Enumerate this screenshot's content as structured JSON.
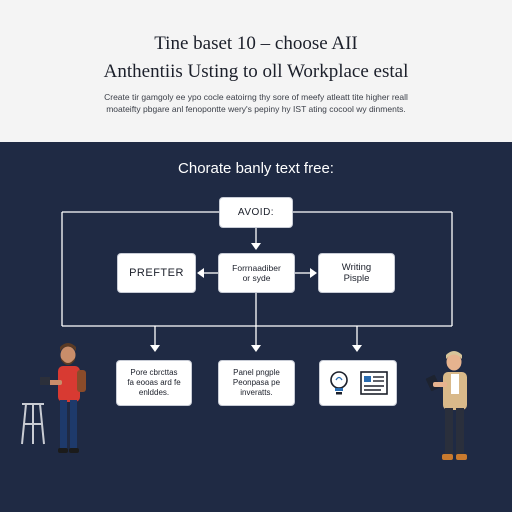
{
  "header": {
    "title_line_1": "Tine baset 10 – choose AII",
    "title_line_2": "Anthentiis Usting to oll Workplace estal",
    "intro_line_1": "Create tir gamgoly ee ypo cocle eatoirng thy sore of meefy atleatt tite higher reall",
    "intro_line_2": "moateifty pbgare anl fenopontte wery's pepiny hy IST ating cocool wy dinments."
  },
  "diagram": {
    "subheading": "Chorate banly text free:",
    "avoid_label": "AVOID:",
    "prefer_label": "PREFTER",
    "middle_line_1": "Forrnaadiber",
    "middle_line_2": "or syde",
    "writing_line_1": "Writing",
    "writing_line_2": "Pisple",
    "bottom_1_line_1": "Pore cbrcttas",
    "bottom_1_line_2": "fa eooas ard fe",
    "bottom_1_line_3": "enlddes.",
    "bottom_2_line_1": "Panel pngple",
    "bottom_2_line_2": "Peonpasa pe",
    "bottom_2_line_3": "inveratts.",
    "bottom_3_icons": [
      "lightbulb-icon",
      "document-icon"
    ]
  },
  "colors": {
    "header_background": "#f4f4f4",
    "panel_background": "#1f2a44",
    "connector": "#ffffff",
    "box_background": "#ffffff",
    "icon_accent": "#2b6cb0"
  }
}
